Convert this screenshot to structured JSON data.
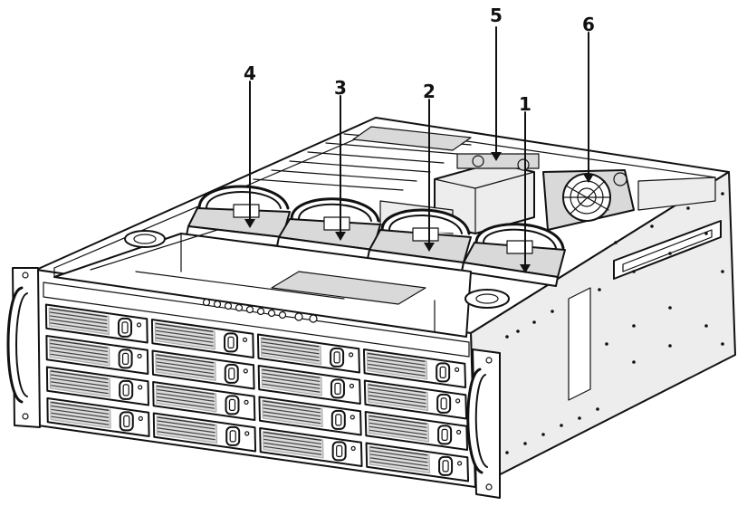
{
  "callouts": [
    {
      "id": "1",
      "label": "1"
    },
    {
      "id": "2",
      "label": "2"
    },
    {
      "id": "3",
      "label": "3"
    },
    {
      "id": "4",
      "label": "4"
    },
    {
      "id": "5",
      "label": "5"
    },
    {
      "id": "6",
      "label": "6"
    }
  ],
  "drive_bays": {
    "rows": 4,
    "columns": 4
  },
  "fan_modules": 4,
  "colors": {
    "line": "#111111",
    "fill": "#d9d9d9",
    "background": "#ffffff"
  }
}
